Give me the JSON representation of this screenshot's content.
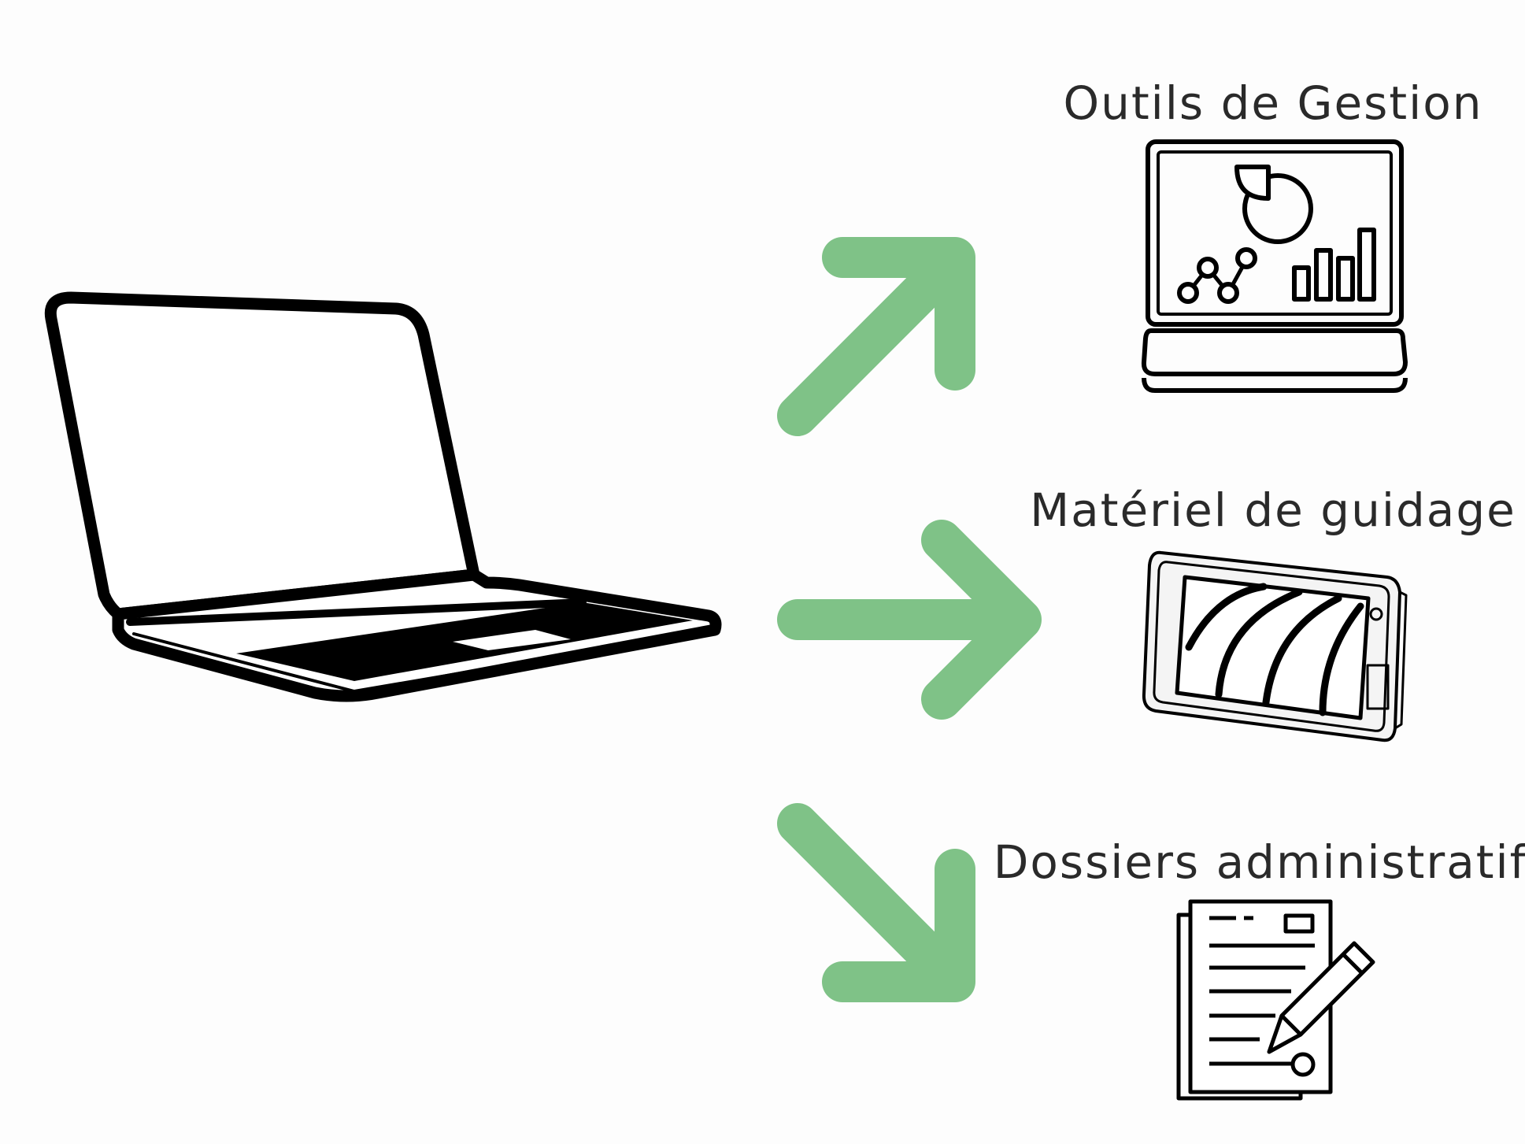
{
  "diagram": {
    "source": {
      "icon": "laptop-icon"
    },
    "arrow_color": "#7fc287",
    "targets": [
      {
        "label": "Outils de Gestion",
        "icon": "dashboard-monitor-icon",
        "arrow": "arrow-up-right"
      },
      {
        "label": "Matériel de guidage",
        "icon": "guidance-terminal-icon",
        "arrow": "arrow-right"
      },
      {
        "label": "Dossiers administratifs",
        "icon": "document-signing-icon",
        "arrow": "arrow-down-right"
      }
    ]
  }
}
